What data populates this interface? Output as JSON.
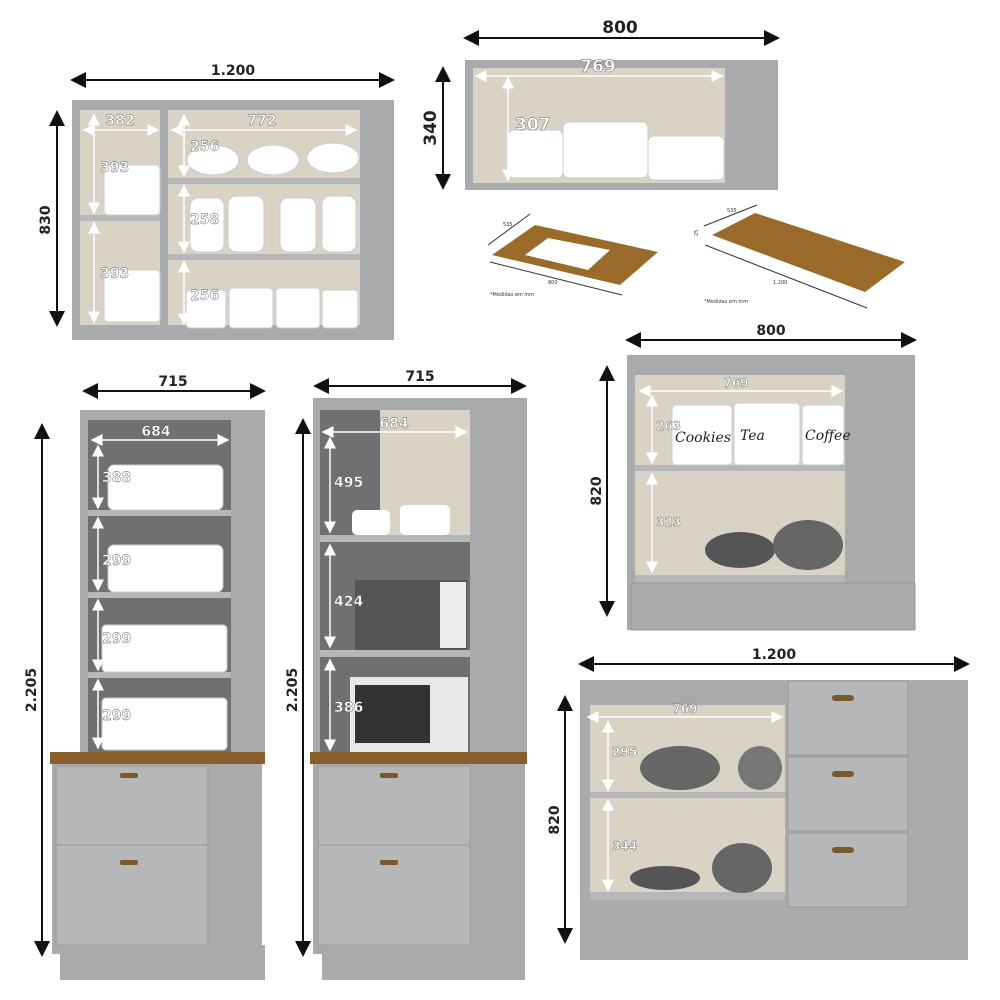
{
  "colors": {
    "cabinet": "#a8aaac",
    "cabinet_dark": "#8e9092",
    "interior": "#d9d3c6",
    "wood": "#9a6a2a",
    "dimension_line": "#111111"
  },
  "wall_cabinet_1200": {
    "width": "1.200",
    "height": "830",
    "left_width": "382",
    "right_width": "772",
    "left_shelves": [
      "393",
      "393"
    ],
    "right_shelves": [
      "256",
      "258",
      "256"
    ]
  },
  "wall_cabinet_800": {
    "width": "800",
    "height": "340",
    "inner_width": "769",
    "inner_height": "307"
  },
  "countertop_800": {
    "depth": "535",
    "width": "800",
    "note": "*Medidas em mm"
  },
  "countertop_1200": {
    "depth": "535",
    "thickness": "25",
    "width": "1.200",
    "note": "*Medidas em mm"
  },
  "tall_cabinet_1": {
    "width": "715",
    "inner_width": "684",
    "height": "2.205",
    "shelves": [
      "388",
      "299",
      "299",
      "299"
    ]
  },
  "tall_cabinet_2": {
    "width": "715",
    "inner_width": "684",
    "height": "2.205",
    "shelves": [
      "495",
      "424",
      "386"
    ]
  },
  "base_cabinet_800": {
    "width": "800",
    "inner_width": "769",
    "height": "820",
    "shelves": [
      "263",
      "323"
    ],
    "canisters": [
      "Cookies",
      "Tea",
      "Coffee"
    ]
  },
  "base_cabinet_1200": {
    "width": "1.200",
    "inner_width": "769",
    "height": "820",
    "shelves": [
      "295",
      "344"
    ]
  }
}
